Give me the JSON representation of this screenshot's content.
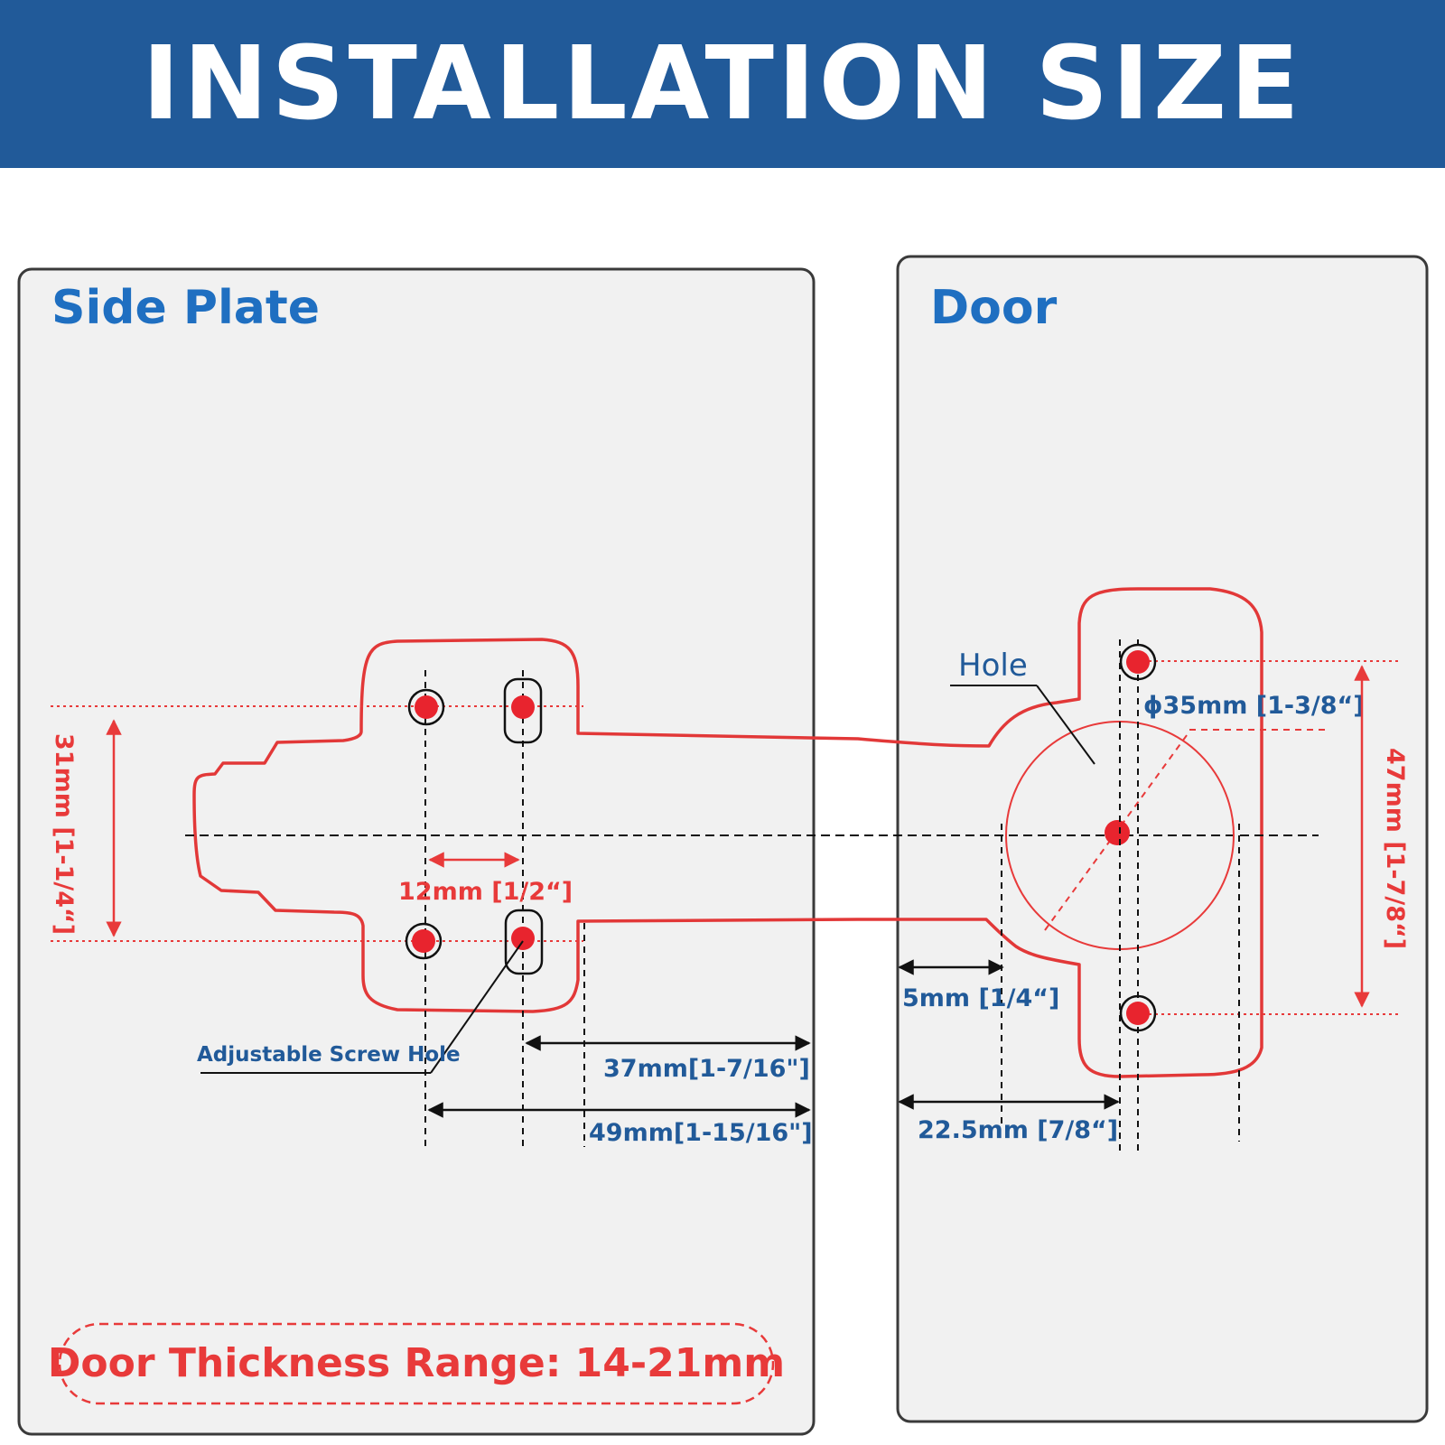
{
  "header": {
    "title": "INSTALLATION SIZE"
  },
  "side_plate": {
    "title": "Side Plate",
    "dim_height": "31mm [1-1/4“]",
    "dim_spacing": "12mm [1/2“]",
    "callout": "Adjustable Screw Hole",
    "dim_37": "37mm[1-7/16\"]",
    "dim_49": "49mm[1-15/16\"]",
    "range_label": "Door Thickness Range: 14-21mm"
  },
  "door": {
    "title": "Door",
    "hole_label": "Hole",
    "dim_diameter": "ϕ35mm [1-3/8“]",
    "dim_height": "47mm [1-7/8“]",
    "dim_5": "5mm [1/4“]",
    "dim_22": "22.5mm [7/8“]"
  },
  "colors": {
    "brand_blue": "#215a99",
    "title_blue": "#1f6fc1",
    "accent_red": "#e83a3a",
    "panel_bg": "#f1f1f1"
  }
}
